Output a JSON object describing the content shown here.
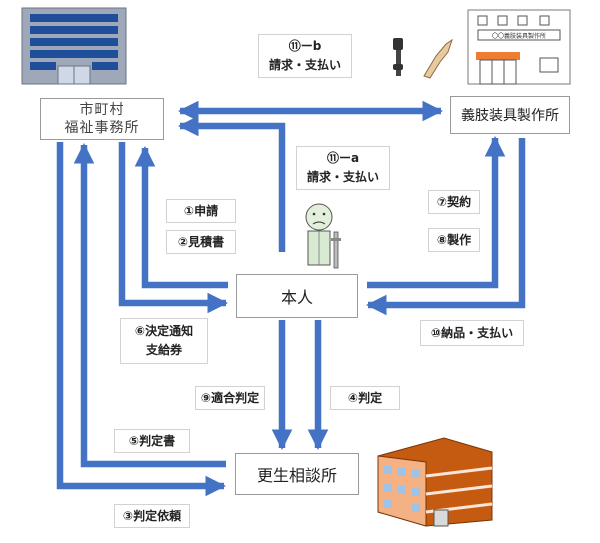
{
  "nodes": {
    "city_office_line1": "市町村",
    "city_office_line2": "福祉事務所",
    "maker": "義肢装具製作所",
    "self": "本人",
    "center": "更生相談所"
  },
  "maker_building_sign": "〇〇義肢装具製作所",
  "labels": {
    "billing_b": {
      "line1": "⑪ーb",
      "line2": "請求・支払い"
    },
    "billing_a": {
      "line1": "⑪ーa",
      "line2": "請求・支払い"
    },
    "application": "①申請",
    "estimate": "②見積書",
    "contract": "⑦契約",
    "production": "⑧製作",
    "decision_notice": {
      "line1": "⑥決定通知",
      "line2": "支給券"
    },
    "delivery_payment": "⑩納品・支払い",
    "fitting_judgment": "⑨適合判定",
    "judgment": "④判定",
    "judgment_document": "⑤判定書",
    "judgment_request": "③判定依頼"
  },
  "colors": {
    "arrow": "#4472c4",
    "building_blue": "#1f4e9a",
    "building_gray": "#9fa8b8",
    "apartment_orange": "#c55a11"
  }
}
